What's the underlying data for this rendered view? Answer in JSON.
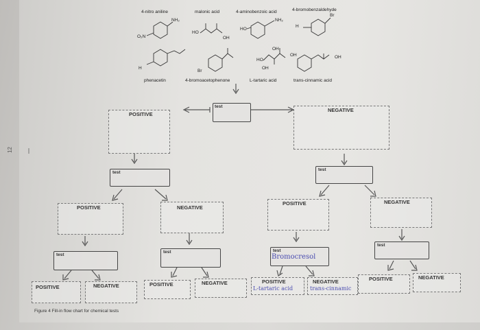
{
  "compounds_top": [
    "4-nitro aniline",
    "malonic acid",
    "4-aminobenzoic acid",
    "4-bromobenzaldehyde"
  ],
  "compounds_bottom": [
    "phenacetin",
    "4-bromoacetophenone",
    "L-tartaric acid",
    "trans-cinnamic acid"
  ],
  "chem_labels": {
    "o2n": "O₂N",
    "nh2": "NH₂",
    "ho": "HO",
    "oh": "OH",
    "br": "Br",
    "h": "H",
    "o": "O",
    "n": "N",
    "hn": "H"
  },
  "flow": {
    "root_test": "test",
    "positive": "POSITIVE",
    "negative": "NEGATIVE",
    "test": "test",
    "hand_test": "Bromocresol",
    "hand_pos": "L-tartaric acid",
    "hand_neg": "trans-cinnamic"
  },
  "caption": "Figure 4 Fill-in flow chart for chemical tests",
  "page_marker": "12"
}
